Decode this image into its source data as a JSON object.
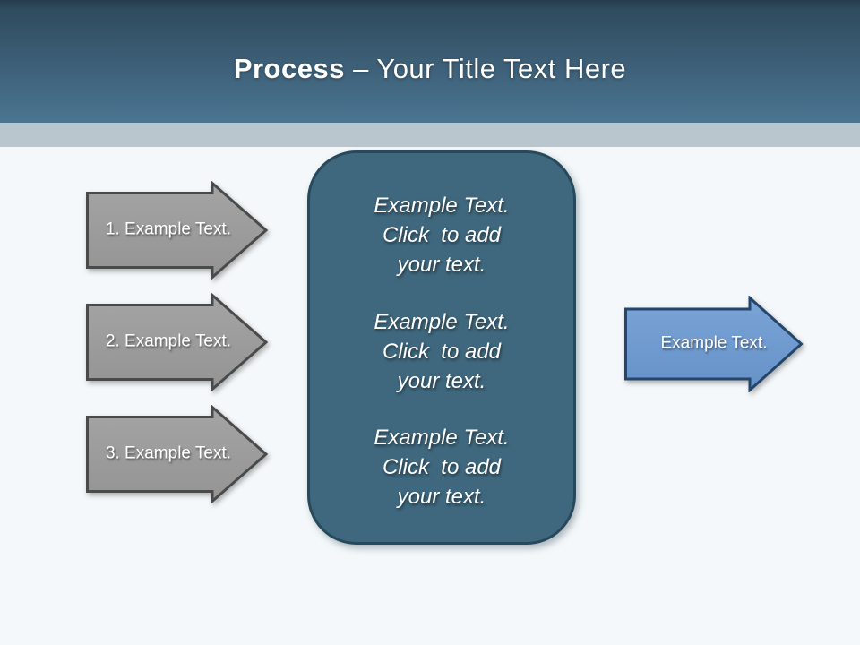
{
  "title": {
    "emphasis": "Process",
    "rest": " – Your Title Text Here"
  },
  "left_arrows": [
    {
      "label": "1. Example Text."
    },
    {
      "label": "2. Example Text."
    },
    {
      "label": "3. Example Text."
    }
  ],
  "center_panel": {
    "blocks": [
      {
        "line1": "Example Text.",
        "line2": "Click  to add",
        "line3": "your text."
      },
      {
        "line1": "Example Text.",
        "line2": "Click  to add",
        "line3": "your text."
      },
      {
        "line1": "Example Text.",
        "line2": "Click  to add",
        "line3": "your text."
      }
    ]
  },
  "right_arrow": {
    "label": "Example Text."
  },
  "colors": {
    "header_gradient_top": "#253c4c",
    "header_gradient_bottom": "#4b7592",
    "accent_band": "#b9c6cd",
    "background": "#f4f8fa",
    "gray_arrow_fill": "#9a9a9a",
    "gray_arrow_border": "#4a4a4a",
    "panel_fill": "#3f687e",
    "panel_border": "#26495c",
    "blue_arrow_fill": "#6f9bd1",
    "blue_arrow_border": "#25456b",
    "text": "#ffffff"
  }
}
